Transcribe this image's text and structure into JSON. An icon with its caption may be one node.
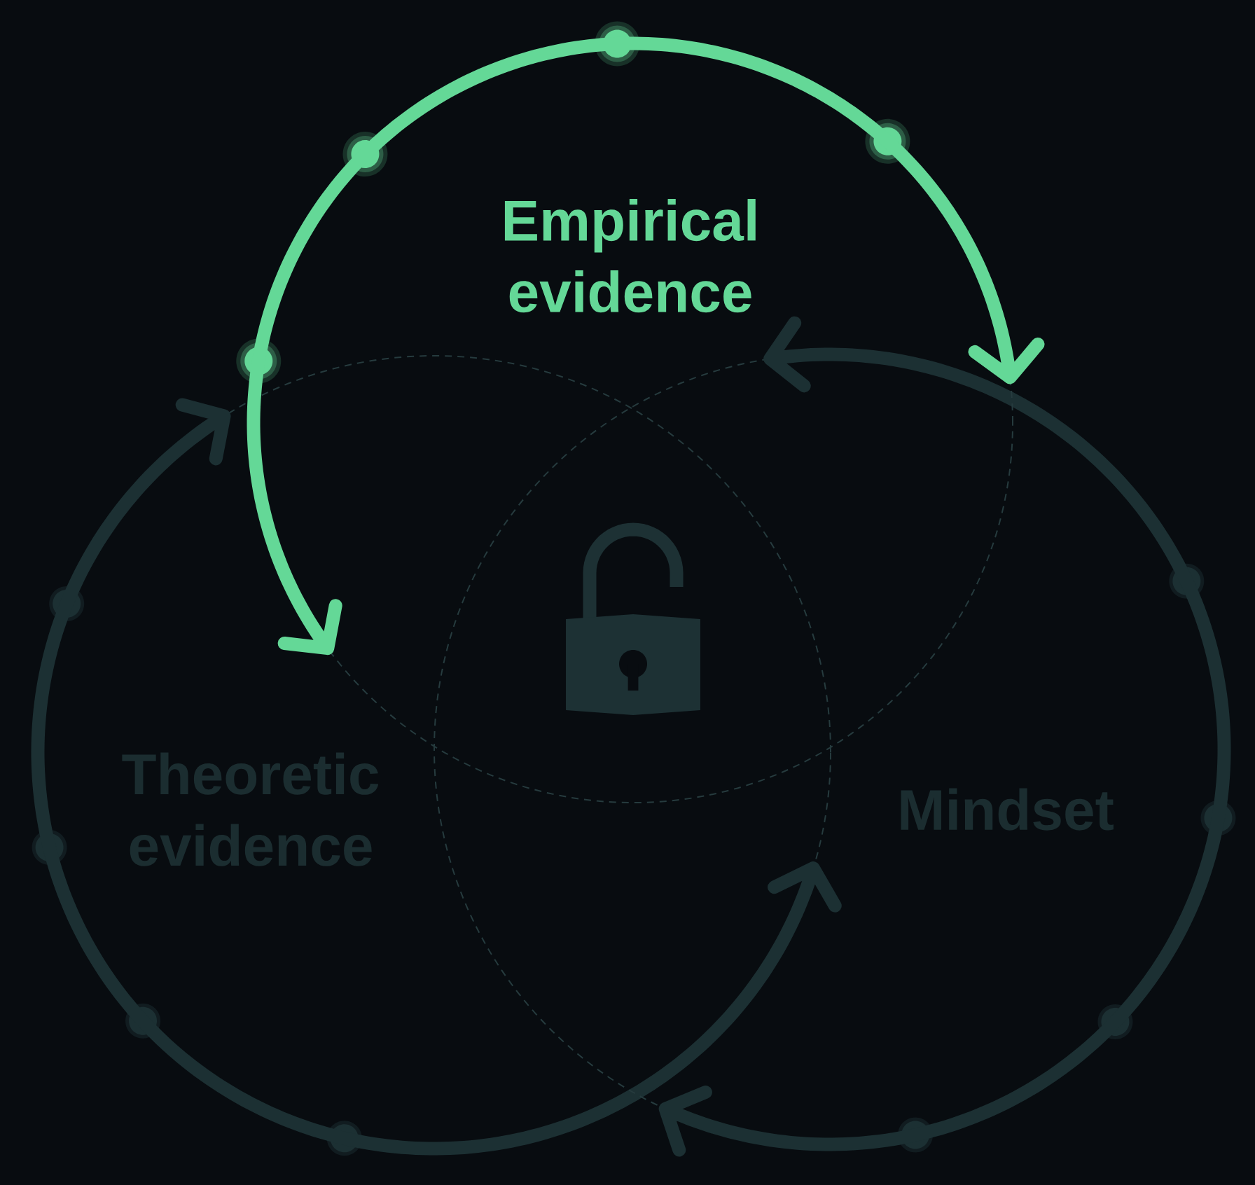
{
  "diagram": {
    "nodes": [
      {
        "text": [
          "Empirical evidence"
        ]
      },
      {
        "text": [
          "Theoretic evidence"
        ]
      },
      {
        "text": [
          "Mindset"
        ]
      }
    ]
  }
}
